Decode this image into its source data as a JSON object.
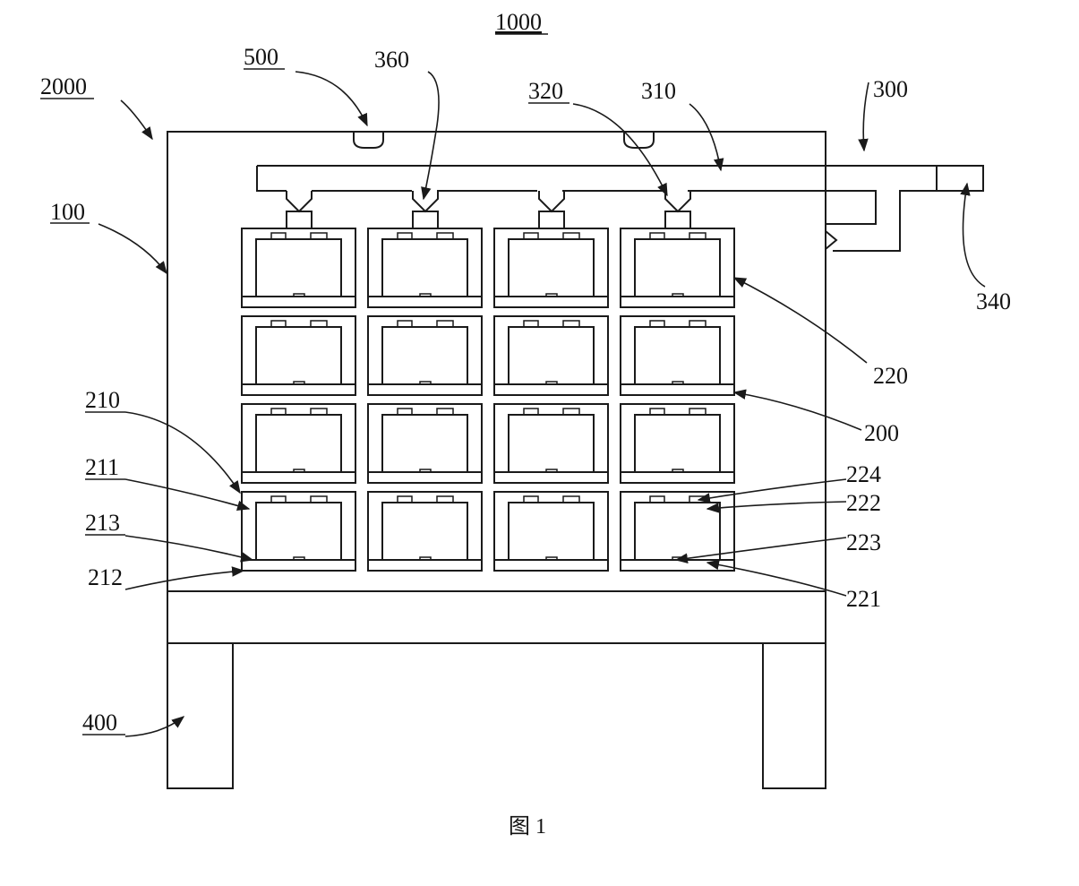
{
  "labels": {
    "assembly": "1000",
    "frame_outer": "2000",
    "cabinet": "100",
    "cooling_device": "500",
    "nozzle": "360",
    "pipe_branch": "320",
    "main_pipe": "310",
    "fluid_system": "300",
    "inlet": "340",
    "cell_upper": "220",
    "battery_array": "200",
    "cell_lower": "210",
    "cell_body_left": "211",
    "cell_seat_left": "213",
    "cell_base_left": "212",
    "terminal": "224",
    "cell_cover": "222",
    "cell_inner": "223",
    "cell_tray": "221",
    "support_leg": "400"
  },
  "caption": "图 1",
  "grid": {
    "rows": 4,
    "cols": 4
  },
  "colors": {
    "line": "#1a1a1a",
    "background": "#ffffff"
  }
}
